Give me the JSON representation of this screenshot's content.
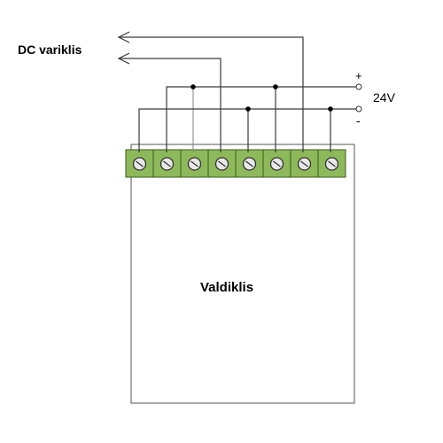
{
  "motor_label": "DC variklis",
  "controller_label": "Valdiklis",
  "supply": {
    "voltage_label": "24V",
    "plus_symbol": "+",
    "minus_symbol": "-"
  },
  "colors": {
    "terminal_fill": "#8db95a",
    "terminal_stroke": "#3a5a1e",
    "screw_fill": "#e8e8e8",
    "wire": "#3a3a3a",
    "wire_light": "#8a8a8a"
  },
  "terminal_count": 8
}
